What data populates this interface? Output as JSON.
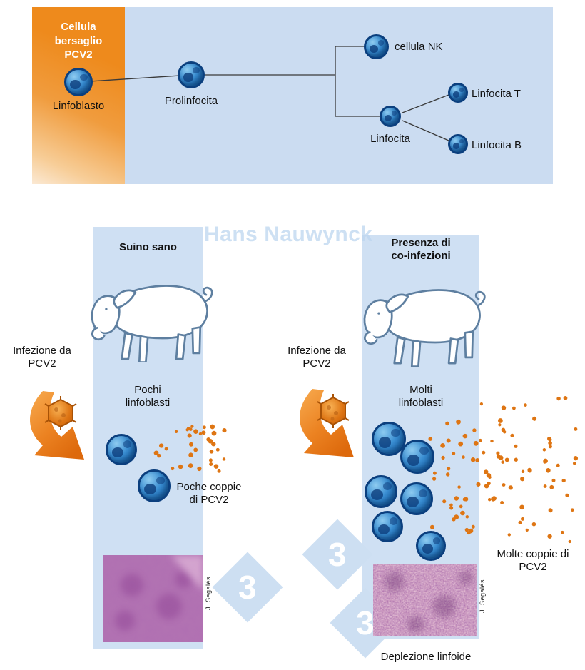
{
  "colors": {
    "accent_orange": "#e87715",
    "panel_blue": "#cfe0f3",
    "cell_blue": "#1c6bb2",
    "watermark_blue": "#bdd6ef"
  },
  "top_panel": {
    "target_label": "Cellula\nbersaglio\nPCV2",
    "labels": {
      "linfoblasto": "Linfoblasto",
      "prolinfocita": "Prolinfocita",
      "nk": "cellula NK",
      "linfocita": "Linfocita",
      "linfocita_t": "Linfocita T",
      "linfocita_b": "Linfocita B"
    }
  },
  "healthy": {
    "title": "Suino sano",
    "infection_label": "Infezione da\nPCV2",
    "blasts_label": "Pochi\nlinfoblasti",
    "copies_label": "Poche coppie\ndi PCV2",
    "credit": "J. Segalés"
  },
  "coinfected": {
    "title": "Presenza di\nco-infezioni",
    "infection_label": "Infezione da\nPCV2",
    "blasts_label": "Molti\nlinfoblasti",
    "copies_label": "Molte coppie di\nPCV2",
    "credit": "J. Segalés",
    "caption": "Deplezione linfoide"
  },
  "watermark": {
    "author": "Hans Nauwynck",
    "badge_digit": "3"
  }
}
